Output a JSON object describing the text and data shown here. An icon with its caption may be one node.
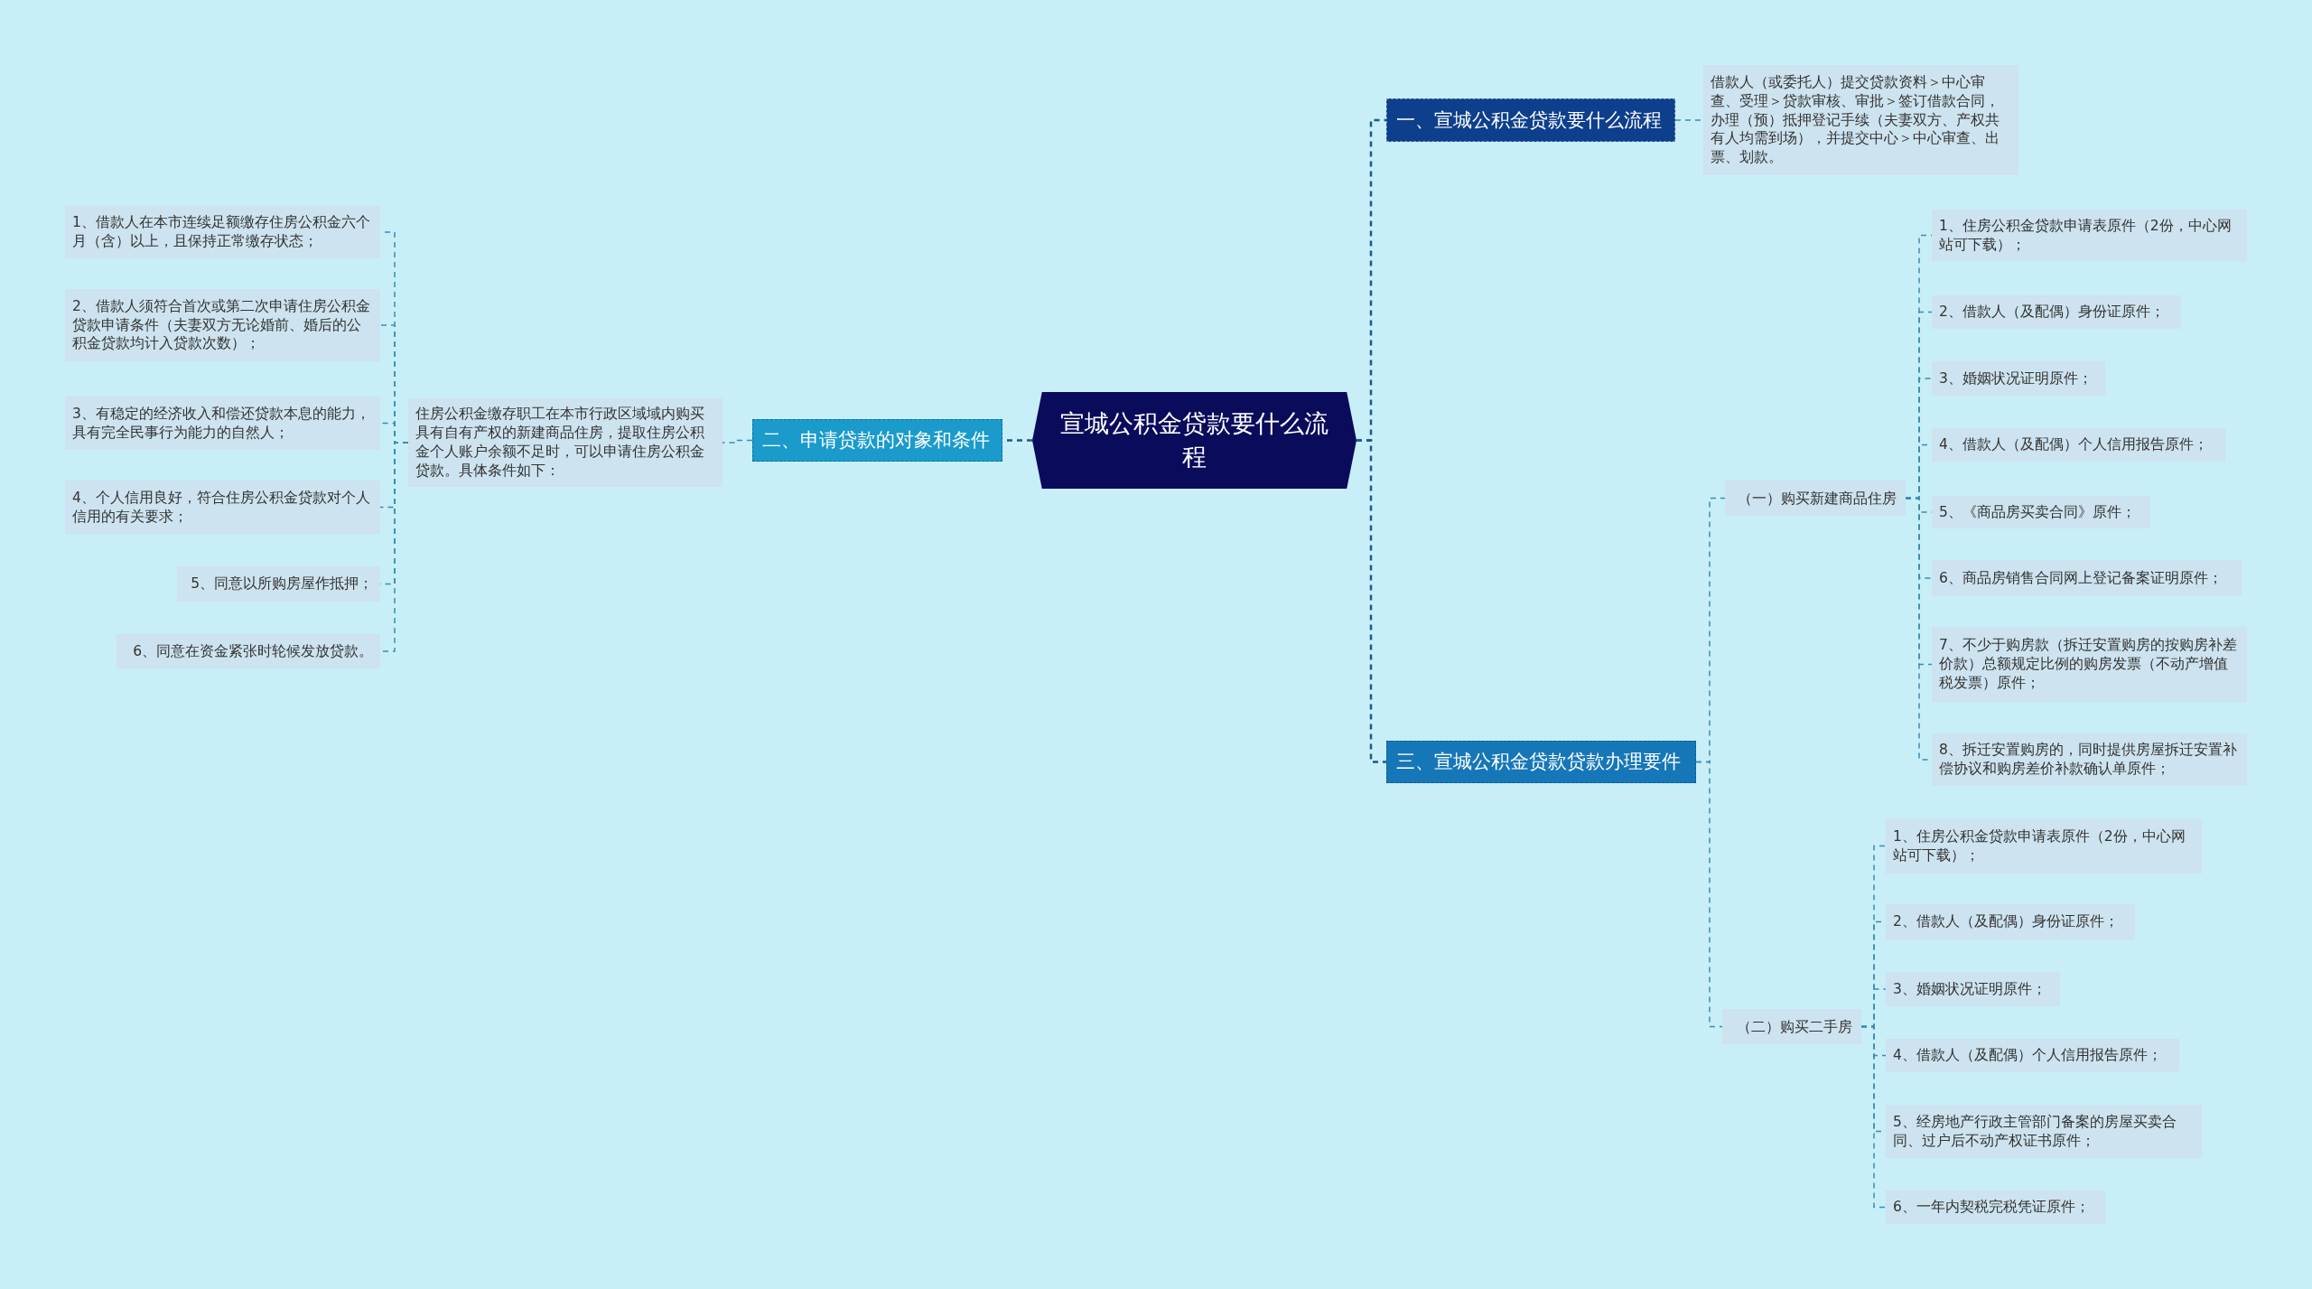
{
  "diagram": {
    "nodes": [
      {
        "text": [
          "宣城公积金贷款要什么流程"
        ]
      },
      {
        "text": [
          "一、宣城公积金贷款要什么流程"
        ]
      },
      {
        "text": [
          "借款人（或委托人）提交贷款资料＞中心审查、受理＞贷款审核、审批＞签订借款合同，办理（预）抵押登记手续（夫妻双方、产权共有人均需到场），并提交中心＞中心审查、出票、划款。"
        ]
      },
      {
        "text": [
          "二、申请贷款的对象和条件"
        ]
      },
      {
        "text": [
          "住房公积金缴存职工在本市行政区域域内购买具有自有产权的新建商品住房，提取住房公积金个人账户余额不足时，可以申请住房公积金贷款。具体条件如下："
        ]
      },
      {
        "text": [
          "1、借款人在本市连续足额缴存住房公积金六个月（含）以上，且保持正常缴存状态；"
        ]
      },
      {
        "text": [
          "2、借款人须符合首次或第二次申请住房公积金贷款申请条件（夫妻双方无论婚前、婚后的公积金贷款均计入贷款次数）；"
        ]
      },
      {
        "text": [
          "3、有稳定的经济收入和偿还贷款本息的能力，具有完全民事行为能力的自然人；"
        ]
      },
      {
        "text": [
          "4、个人信用良好，符合住房公积金贷款对个人信用的有关要求；"
        ]
      },
      {
        "text": [
          "5、同意以所购房屋作抵押；"
        ]
      },
      {
        "text": [
          "6、同意在资金紧张时轮候发放贷款。"
        ]
      },
      {
        "text": [
          "三、宣城公积金贷款贷款办理要件"
        ]
      },
      {
        "text": [
          "（一）购买新建商品住房"
        ]
      },
      {
        "text": [
          "1、住房公积金贷款申请表原件（2份，中心网站可下载）；"
        ]
      },
      {
        "text": [
          "2、借款人（及配偶）身份证原件；"
        ]
      },
      {
        "text": [
          "3、婚姻状况证明原件；"
        ]
      },
      {
        "text": [
          "4、借款人（及配偶）个人信用报告原件；"
        ]
      },
      {
        "text": [
          "5、《商品房买卖合同》原件；"
        ]
      },
      {
        "text": [
          "6、商品房销售合同网上登记备案证明原件；"
        ]
      },
      {
        "text": [
          "7、不少于购房款（拆迁安置购房的按购房补差价款）总额规定比例的购房发票（不动产增值税发票）原件；"
        ]
      },
      {
        "text": [
          "8、拆迁安置购房的，同时提供房屋拆迁安置补偿协议和购房差价补款确认单原件；"
        ]
      },
      {
        "text": [
          "（二）购买二手房"
        ]
      },
      {
        "text": [
          "1、住房公积金贷款申请表原件（2份，中心网站可下载）；"
        ]
      },
      {
        "text": [
          "2、借款人（及配偶）身份证原件；"
        ]
      },
      {
        "text": [
          "3、婚姻状况证明原件；"
        ]
      },
      {
        "text": [
          "4、借款人（及配偶）个人信用报告原件；"
        ]
      },
      {
        "text": [
          "5、经房地产行政主管部门备案的房屋买卖合同、过户后不动产权证书原件；"
        ]
      },
      {
        "text": [
          "6、一年内契税完税凭证原件；"
        ]
      }
    ],
    "edges": [
      {
        "from": 0,
        "to": 1,
        "arrow": "none"
      },
      {
        "from": 1,
        "to": 2,
        "arrow": "none"
      },
      {
        "from": 0,
        "to": 3,
        "arrow": "none"
      },
      {
        "from": 3,
        "to": 4,
        "arrow": "none"
      },
      {
        "from": 4,
        "to": 5,
        "arrow": "none"
      },
      {
        "from": 4,
        "to": 6,
        "arrow": "none"
      },
      {
        "from": 4,
        "to": 7,
        "arrow": "none"
      },
      {
        "from": 4,
        "to": 8,
        "arrow": "none"
      },
      {
        "from": 4,
        "to": 9,
        "arrow": "none"
      },
      {
        "from": 4,
        "to": 10,
        "arrow": "none"
      },
      {
        "from": 0,
        "to": 11,
        "arrow": "none"
      },
      {
        "from": 11,
        "to": 12,
        "arrow": "none"
      },
      {
        "from": 12,
        "to": 13,
        "arrow": "none"
      },
      {
        "from": 12,
        "to": 14,
        "arrow": "none"
      },
      {
        "from": 12,
        "to": 15,
        "arrow": "none"
      },
      {
        "from": 12,
        "to": 16,
        "arrow": "none"
      },
      {
        "from": 12,
        "to": 17,
        "arrow": "none"
      },
      {
        "from": 12,
        "to": 18,
        "arrow": "none"
      },
      {
        "from": 12,
        "to": 19,
        "arrow": "none"
      },
      {
        "from": 12,
        "to": 20,
        "arrow": "none"
      },
      {
        "from": 11,
        "to": 21,
        "arrow": "none"
      },
      {
        "from": 21,
        "to": 22,
        "arrow": "none"
      },
      {
        "from": 21,
        "to": 23,
        "arrow": "none"
      },
      {
        "from": 21,
        "to": 24,
        "arrow": "none"
      },
      {
        "from": 21,
        "to": 25,
        "arrow": "none"
      },
      {
        "from": 21,
        "to": 26,
        "arrow": "none"
      },
      {
        "from": 21,
        "to": 27,
        "arrow": "none"
      }
    ]
  }
}
